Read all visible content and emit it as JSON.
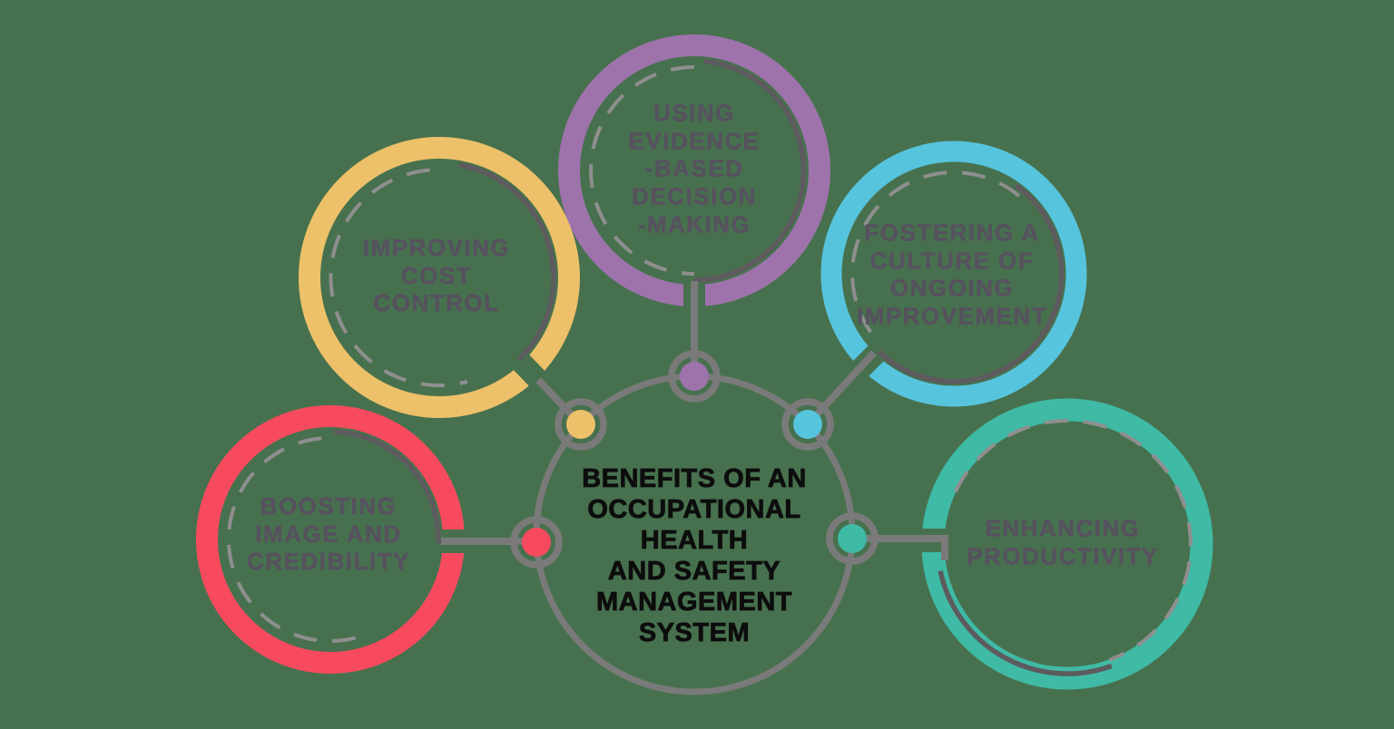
{
  "background_color": "#47714E",
  "line_color": "#7A7A7A",
  "dash_color": "#8F8F8F",
  "dark_arc_color": "#5D5B5E",
  "label_color": "#56525E",
  "center": {
    "label": "BENEFITS OF AN\nOCCUPATIONAL\nHEALTH\nAND SAFETY\nMANAGEMENT\nSYSTEM",
    "text_color": "#0D0D0D",
    "ring_color": "#7A7A7A"
  },
  "nodes": [
    {
      "id": "evidence",
      "label": "USING\nEVIDENCE\n-BASED\nDECISION\n-MAKING",
      "color": "#9E73AC"
    },
    {
      "id": "cost",
      "label": "IMPROVING\nCOST\nCONTROL",
      "color": "#EDC169"
    },
    {
      "id": "culture",
      "label": "FOSTERING A\nCULTURE OF\nONGOING\nIMPROVEMENT",
      "color": "#57C4DD"
    },
    {
      "id": "image",
      "label": "BOOSTING\nIMAGE AND\nCREDIBILITY",
      "color": "#F84A5E"
    },
    {
      "id": "productivity",
      "label": "ENHANCING\nPRODUCTIVITY",
      "color": "#3FBAA5"
    }
  ]
}
